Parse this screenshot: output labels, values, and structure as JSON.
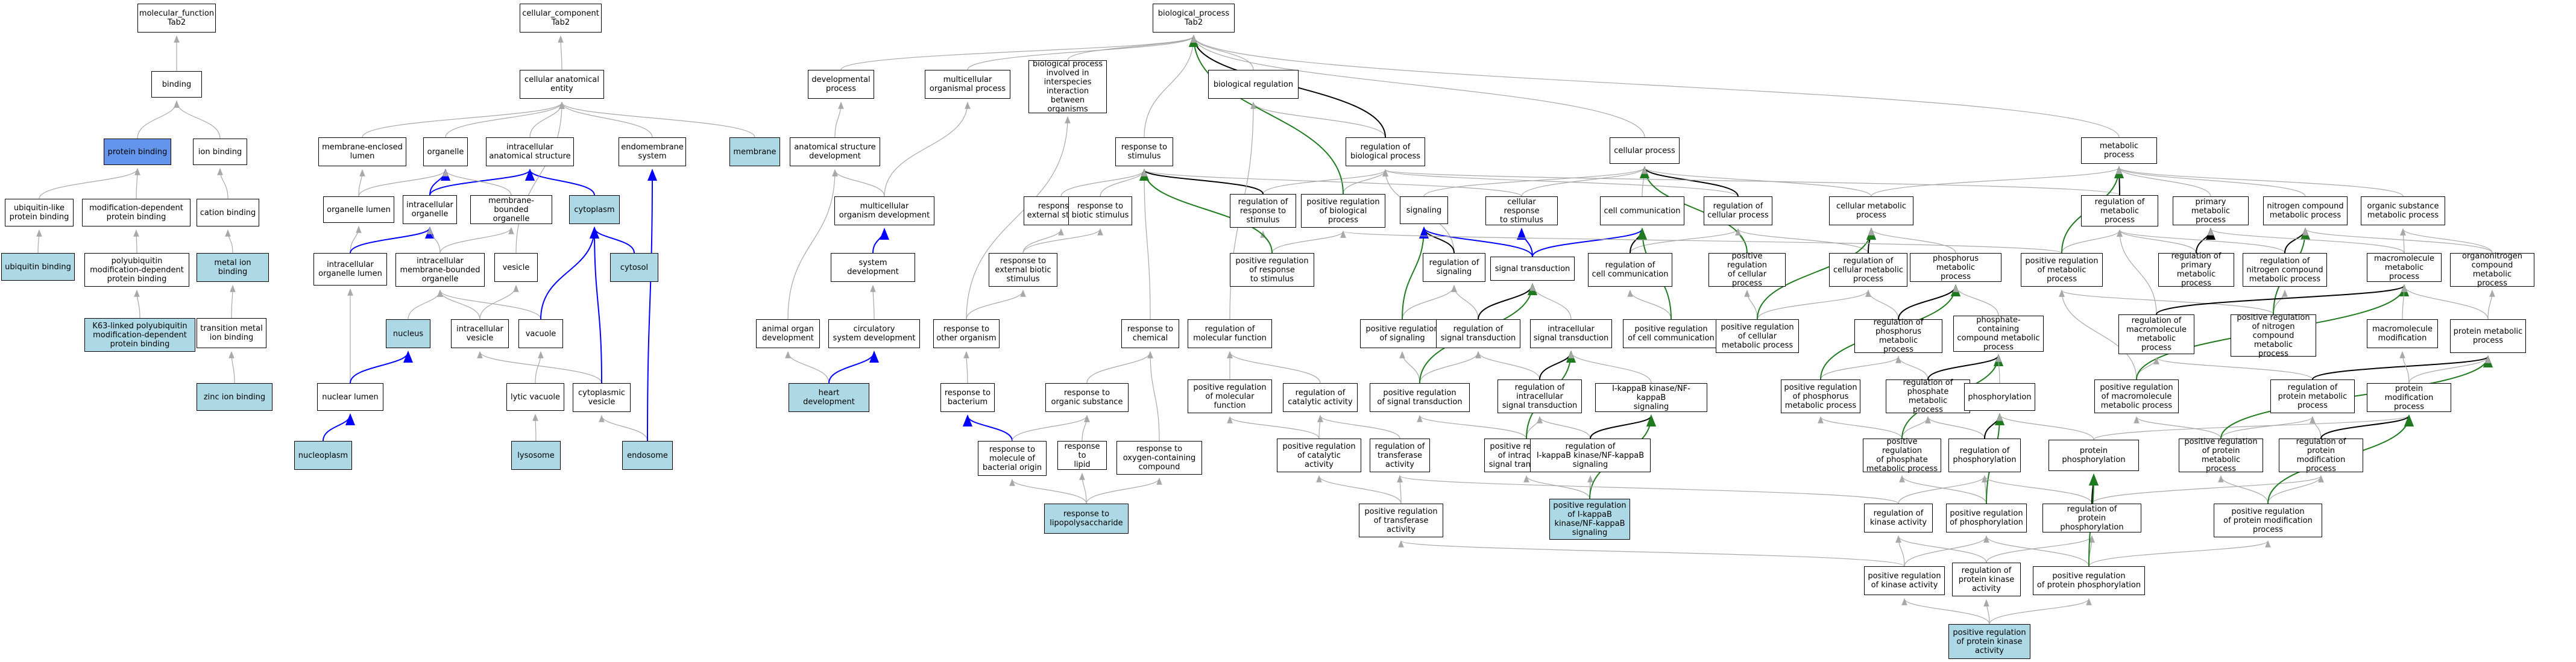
{
  "colors": {
    "gray": "#a8a8a8",
    "black": "#000000",
    "blue": "#0000ff",
    "green": "#1f7a1f",
    "light_blue": "#add8e6",
    "royal_blue": "#6495ed"
  },
  "nodes": {
    "mf_tab2": "molecular_function\nTab2",
    "binding": "binding",
    "protein_binding": "protein binding",
    "ion_binding": "ion binding",
    "ub_like_binding": "ubiquitin-like\nprotein binding",
    "mod_dep_binding": "modification-dependent\nprotein binding",
    "cation_binding": "cation binding",
    "ub_binding": "ubiquitin binding",
    "polyub_binding": "polyubiquitin\nmodification-dependent\nprotein binding",
    "metal_ion_binding": "metal ion binding",
    "k63_binding": "K63-linked polyubiquitin\nmodification-dependent\nprotein binding",
    "tm_ion_binding": "transition metal\nion binding",
    "zinc_ion_binding": "zinc ion binding",
    "cc_tab2": "cellular_component\nTab2",
    "cae": "cellular anatomical\nentity",
    "membrane_enclosed_lumen": "membrane-enclosed\nlumen",
    "organelle": "organelle",
    "intracellular_anatomical": "intracellular\nanatomical structure",
    "endomembrane": "endomembrane\nsystem",
    "membrane": "membrane",
    "organelle_lumen": "organelle lumen",
    "intracellular_organelle": "intracellular\norganelle",
    "membrane_bounded_organelle": "membrane-bounded\norganelle",
    "cytoplasm": "cytoplasm",
    "cytosol": "cytosol",
    "intracellular_organelle_lumen": "intracellular\norganelle lumen",
    "imbo": "intracellular\nmembrane-bounded\norganelle",
    "vesicle": "vesicle",
    "nucleus": "nucleus",
    "intracellular_vesicle": "intracellular\nvesicle",
    "vacuole": "vacuole",
    "nuclear_lumen": "nuclear lumen",
    "lytic_vacuole": "lytic vacuole",
    "cytoplasmic_vesicle": "cytoplasmic\nvesicle",
    "nucleoplasm": "nucleoplasm",
    "lysosome": "lysosome",
    "endosome": "endosome",
    "bp_tab2": "biological_process\nTab2",
    "developmental_process": "developmental\nprocess",
    "multicellular_organismal": "multicellular\norganismal process",
    "bp_interspecies": "biological process\ninvolved in\ninterspecies\ninteraction\nbetween organisms",
    "biological_regulation": "biological regulation",
    "anatomical_structure_dev": "anatomical structure\ndevelopment",
    "multicellular_organism_dev": "multicellular\norganism development",
    "system_development": "system development",
    "animal_organ_dev": "animal organ\ndevelopment",
    "circulatory_system_dev": "circulatory\nsystem development",
    "heart_development": "heart development",
    "response_to_stimulus": "response to\nstimulus",
    "response_external_stimulus": "response to\nexternal stimulus",
    "response_biotic_stimulus": "response to\nbiotic stimulus",
    "response_external_biotic": "response to\nexternal biotic\nstimulus",
    "response_other_organism": "response to\nother organism",
    "response_bacterium": "response to\nbacterium",
    "response_chemical": "response to\nchemical",
    "response_organic_substance": "response to\norganic substance",
    "response_molecule_bacterial": "response to\nmolecule of\nbacterial origin",
    "response_lipid": "response to\nlipid",
    "response_oxygen_compound": "response to\noxygen-containing\ncompound",
    "response_lps": "response to\nlipopolysaccharide",
    "reg_biological_process": "regulation of\nbiological process",
    "reg_response_stimulus": "regulation of\nresponse to\nstimulus",
    "pos_reg_biological_process": "positive regulation\nof biological\nprocess",
    "pos_reg_response_stimulus": "positive regulation\nof response\nto stimulus",
    "reg_molecular_function": "regulation of\nmolecular function",
    "pos_reg_molecular_function": "positive regulation\nof molecular\nfunction",
    "reg_catalytic_activity": "regulation of\ncatalytic activity",
    "pos_reg_catalytic_activity": "positive regulation\nof catalytic\nactivity",
    "reg_transferase_activity": "regulation of\ntransferase\nactivity",
    "pos_reg_transferase_activity": "positive regulation\nof transferase\nactivity",
    "signaling": "signaling",
    "reg_signaling": "regulation of\nsignaling",
    "pos_reg_signaling": "positive regulation\nof signaling",
    "cellular_response_stimulus": "cellular response\nto stimulus",
    "signal_transduction": "signal transduction",
    "reg_signal_transduction": "regulation of\nsignal transduction",
    "pos_reg_signal_transduction": "positive regulation\nof signal transduction",
    "intracellular_signal_transduction": "intracellular\nsignal transduction",
    "reg_intracellular_signal": "regulation of\nintracellular\nsignal transduction",
    "pos_reg_intracellular_signal": "positive regulation\nof intracellular\nsignal transduction",
    "cellular_process": "cellular process",
    "cell_communication": "cell communication",
    "reg_cellular_process": "regulation of\ncellular process",
    "reg_cell_communication": "regulation of\ncell communication",
    "pos_reg_cellular_process": "positive regulation\nof cellular\nprocess",
    "pos_reg_cell_communication": "positive regulation\nof cell communication",
    "ikb_signaling": "I-kappaB kinase/NF-kappaB\nsignaling",
    "reg_ikb_signaling": "regulation of\nI-kappaB kinase/NF-kappaB\nsignaling",
    "pos_reg_ikb_signaling": "positive regulation\nof I-kappaB\nkinase/NF-kappaB\nsignaling",
    "cellular_metabolic": "cellular metabolic\nprocess",
    "reg_cellular_metabolic": "regulation of\ncellular metabolic\nprocess",
    "pos_reg_cellular_metabolic": "positive regulation\nof cellular\nmetabolic process",
    "phosphorus_metabolic": "phosphorus metabolic\nprocess",
    "reg_phosphorus_metabolic": "regulation of\nphosphorus metabolic\nprocess",
    "pos_reg_phosphorus_metabolic": "positive regulation\nof phosphorus\nmetabolic process",
    "phosphate_compound_metabolic": "phosphate-containing\ncompound metabolic\nprocess",
    "reg_phosphate_metabolic": "regulation of\nphosphate metabolic\nprocess",
    "pos_reg_phosphate_metabolic": "positive regulation\nof phosphate\nmetabolic process",
    "phosphorylation": "phosphorylation",
    "reg_phosphorylation": "regulation of\nphosphorylation",
    "pos_reg_phosphorylation": "positive regulation\nof phosphorylation",
    "reg_kinase_activity": "regulation of\nkinase activity",
    "pos_reg_kinase_activity": "positive regulation\nof kinase activity",
    "reg_protein_kinase_activity": "regulation of\nprotein kinase\nactivity",
    "pos_reg_protein_kinase_activity": "positive regulation\nof protein kinase\nactivity",
    "protein_phosphorylation": "protein phosphorylation",
    "reg_protein_phosphorylation": "regulation of\nprotein phosphorylation",
    "pos_reg_protein_phosphorylation": "positive regulation\nof protein phosphorylation",
    "metabolic_process": "metabolic process",
    "reg_metabolic_process": "regulation of\nmetabolic process",
    "pos_reg_metabolic_process": "positive regulation\nof metabolic\nprocess",
    "primary_metabolic": "primary metabolic\nprocess",
    "reg_primary_metabolic": "regulation of\nprimary metabolic\nprocess",
    "nitrogen_compound_metabolic": "nitrogen compound\nmetabolic process",
    "reg_nitrogen_compound": "regulation of\nnitrogen compound\nmetabolic process",
    "pos_reg_nitrogen_compound": "positive regulation\nof nitrogen\ncompound metabolic\nprocess",
    "organic_substance_metabolic": "organic substance\nmetabolic process",
    "organonitrogen_metabolic": "organonitrogen\ncompound metabolic\nprocess",
    "macromolecule_metabolic": "macromolecule\nmetabolic process",
    "reg_macromolecule_metabolic": "regulation of\nmacromolecule\nmetabolic process",
    "pos_reg_macromolecule_metabolic": "positive regulation\nof macromolecule\nmetabolic process",
    "macromolecule_modification": "macromolecule\nmodification",
    "protein_metabolic": "protein metabolic\nprocess",
    "reg_protein_metabolic": "regulation of\nprotein metabolic\nprocess",
    "pos_reg_protein_metabolic": "positive regulation\nof protein metabolic\nprocess",
    "protein_modification": "protein modification\nprocess",
    "reg_protein_modification": "regulation of\nprotein modification\nprocess",
    "pos_reg_protein_modification": "positive regulation\nof protein modification\nprocess"
  }
}
